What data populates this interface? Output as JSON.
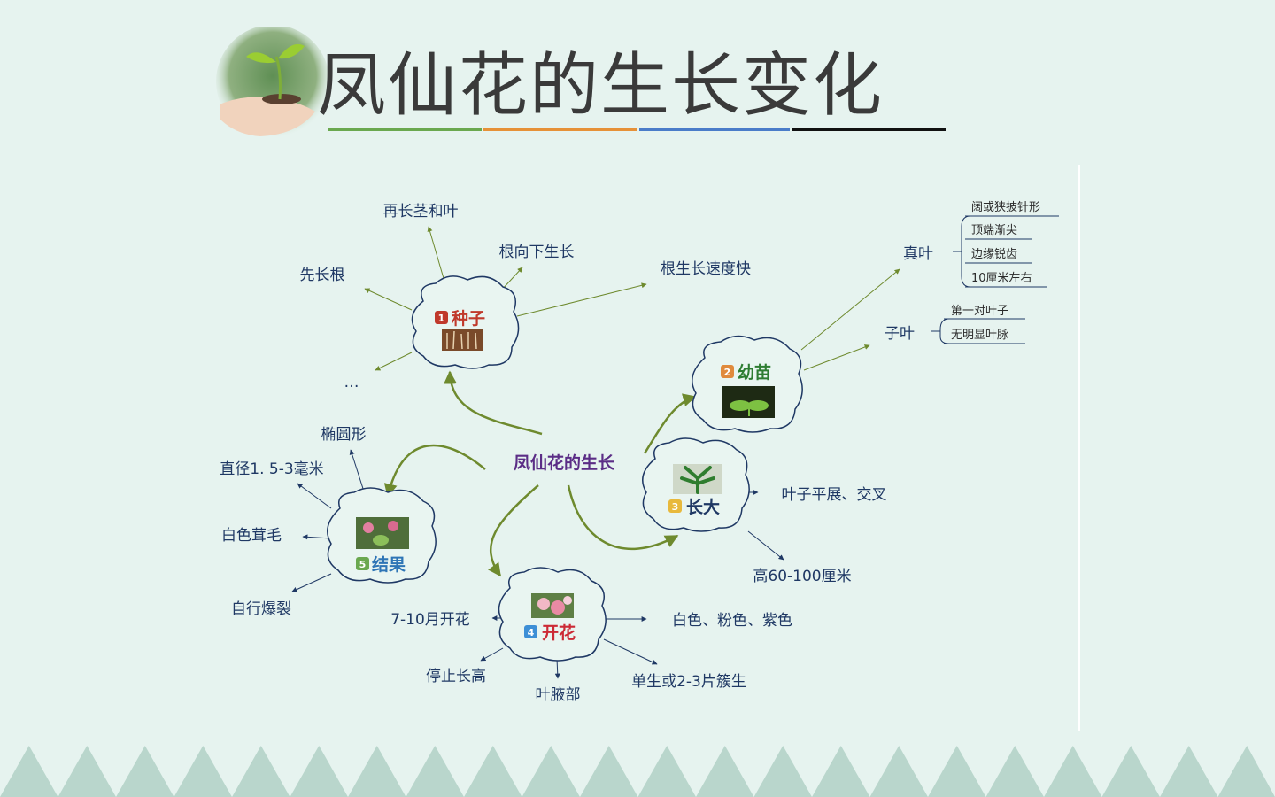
{
  "title": "凤仙花的生长变化",
  "center": "凤仙花的生长",
  "stages": {
    "seed": {
      "num": "1",
      "label": "种子"
    },
    "seedling": {
      "num": "2",
      "label": "幼苗"
    },
    "grow": {
      "num": "3",
      "label": "长大"
    },
    "flower": {
      "num": "4",
      "label": "开花"
    },
    "fruit": {
      "num": "5",
      "label": "结果"
    }
  },
  "seed_items": [
    "再长茎和叶",
    "根向下生长",
    "先长根",
    "根生长速度快",
    "…"
  ],
  "seedling_items": {
    "true_leaf": "真叶",
    "true_leaf_details": [
      "阔或狭披针形",
      "顶端渐尖",
      "边缘锐齿",
      "10厘米左右"
    ],
    "cotyledon": "子叶",
    "cotyledon_details": [
      "第一对叶子",
      "无明显叶脉"
    ]
  },
  "grow_items": [
    "叶子平展、交叉",
    "高60-100厘米"
  ],
  "flower_items": [
    "7-10月开花",
    "白色、粉色、紫色",
    "停止长高",
    "叶腋部",
    "单生或2-3片簇生"
  ],
  "fruit_items": [
    "椭圆形",
    "直径1. 5-3毫米",
    "白色茸毛",
    "自行爆裂"
  ],
  "colors": {
    "background": "#e6f3ef",
    "label": "#1f3864",
    "center": "#5b2d86",
    "branch": "#6e8a2e",
    "seed": "#c0392b",
    "seedling": "#2e7d32",
    "grow": "#1f3864",
    "flower": "#cc2a36",
    "fruit": "#2e75b6",
    "triangles": "#b9d6cc"
  }
}
